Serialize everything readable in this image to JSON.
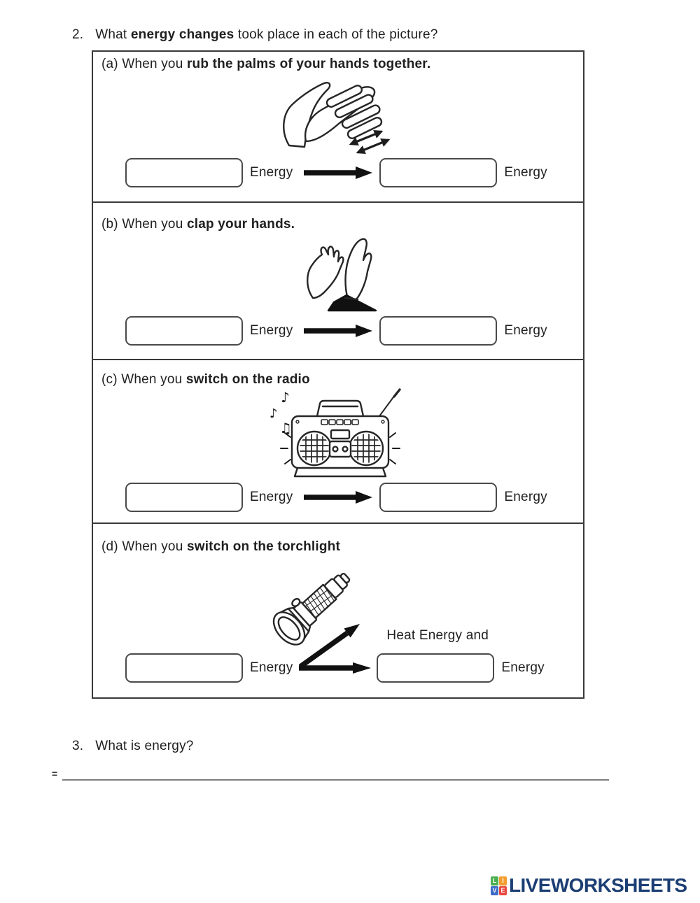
{
  "question2": {
    "number": "2.",
    "prefix": "What ",
    "bold": "energy changes",
    "suffix": " took place in each of the picture?"
  },
  "rows": [
    {
      "label": "(a) ",
      "prefix": "When you ",
      "bold": "rub the palms of your hands together.",
      "left_energy": "Energy",
      "right_energy": "Energy",
      "image": "rubbing-hands"
    },
    {
      "label": "(b) ",
      "prefix": "When you ",
      "bold": "clap your hands.",
      "left_energy": "Energy",
      "right_energy": "Energy",
      "image": "clapping-hands"
    },
    {
      "label": "(c) ",
      "prefix": "When you ",
      "bold": "switch on the radio",
      "left_energy": "Energy",
      "right_energy": "Energy",
      "image": "radio"
    },
    {
      "label": "(d) ",
      "prefix": "When you ",
      "bold": "switch on the torchlight",
      "left_energy": "Energy",
      "right_energy": "Energy",
      "branch_label": "Heat Energy and",
      "image": "torchlight"
    }
  ],
  "question3": {
    "number": "3.",
    "text": "What is energy?"
  },
  "answer_area": {
    "equals_sign": "="
  },
  "footer": {
    "brand": "LIVEWORKSHEETS",
    "brand_color": "#1b3e73",
    "tiles": [
      {
        "letter": "L",
        "color": "#4caf50"
      },
      {
        "letter": "I",
        "color": "#f59d2f"
      },
      {
        "letter": "V",
        "color": "#3d6cc8"
      },
      {
        "letter": "E",
        "color": "#e8483f"
      }
    ]
  }
}
